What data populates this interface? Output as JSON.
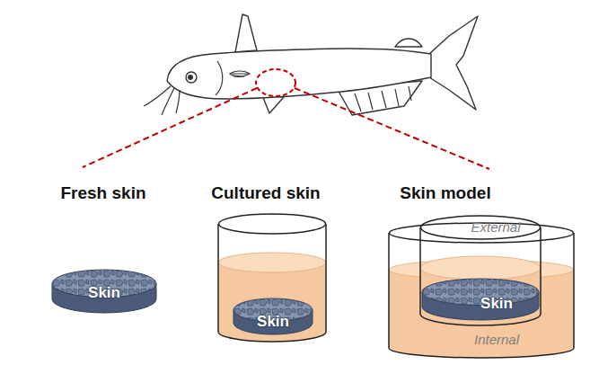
{
  "diagram": {
    "nodes": [
      {
        "text": [
          "Fresh skin",
          "Skin"
        ]
      },
      {
        "text": [
          "Cultured skin"
        ]
      },
      {
        "text": [
          "Skin"
        ],
        "in": 1
      },
      {
        "text": [
          "Skin model",
          "Internal"
        ]
      },
      {
        "text": [
          "External"
        ],
        "in": 3
      },
      {
        "text": [
          "Skin"
        ],
        "in": 4
      }
    ]
  }
}
